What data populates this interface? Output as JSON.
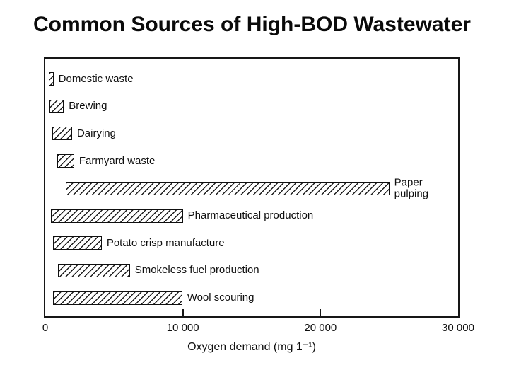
{
  "title": "Common Sources of High-BOD Wastewater",
  "colors": {
    "background": "#ffffff",
    "ink": "#111111",
    "bar_fill": "#ffffff",
    "bar_hatch": "#1c1c1c"
  },
  "chart_data": {
    "type": "bar",
    "orientation": "horizontal",
    "title": "Common Sources of High-BOD Wastewater",
    "xlabel": "Oxygen demand (mg 1⁻¹)",
    "ylabel": "",
    "xlim": [
      0,
      30000
    ],
    "grid": false,
    "legend": false,
    "bar_style": "white fill with forward-diagonal black hatching, black outline",
    "note": "Scanned figure: bars are labeled to their right and do not all start exactly at 0; bar_start/bar_end are axis readings in mg 1⁻¹.",
    "xticks": [
      {
        "value": 0,
        "label": "0"
      },
      {
        "value": 10000,
        "label": "10 000"
      },
      {
        "value": 20000,
        "label": "20 000"
      },
      {
        "value": 30000,
        "label": "30 000"
      }
    ],
    "categories": [
      "Domestic waste",
      "Brewing",
      "Dairying",
      "Farmyard waste",
      "Paper pulping",
      "Pharmaceutical production",
      "Potato crisp manufacture",
      "Smokeless fuel production",
      "Wool scouring"
    ],
    "items": [
      {
        "label": "Domestic waste",
        "bar_start": 250,
        "bar_end": 600
      },
      {
        "label": "Brewing",
        "bar_start": 300,
        "bar_end": 1350
      },
      {
        "label": "Dairying",
        "bar_start": 500,
        "bar_end": 1950
      },
      {
        "label": "Farmyard waste",
        "bar_start": 850,
        "bar_end": 2100
      },
      {
        "label": "Paper pulping",
        "bar_start": 1500,
        "bar_end": 25000,
        "two_line_label": true
      },
      {
        "label": "Pharmaceutical production",
        "bar_start": 400,
        "bar_end": 10000
      },
      {
        "label": "Potato crisp manufacture",
        "bar_start": 550,
        "bar_end": 4100
      },
      {
        "label": "Smokeless fuel production",
        "bar_start": 950,
        "bar_end": 6150
      },
      {
        "label": "Wool scouring",
        "bar_start": 550,
        "bar_end": 9950
      }
    ]
  }
}
